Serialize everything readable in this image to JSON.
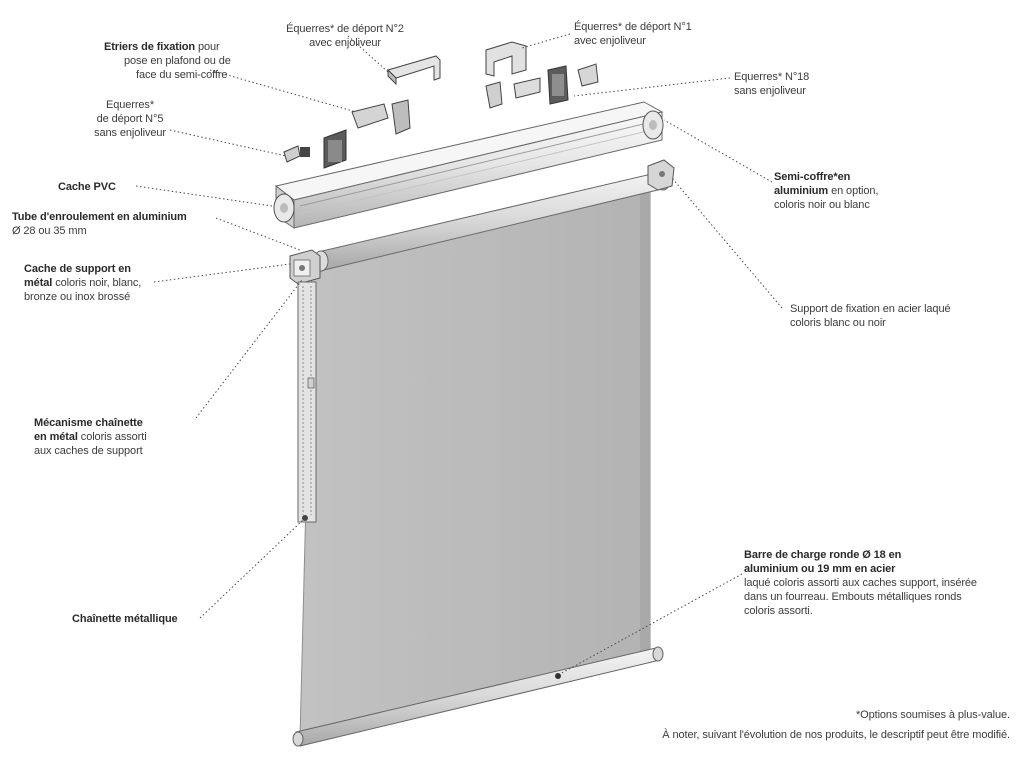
{
  "labels": {
    "etriers": {
      "bold": "Etriers de fixation",
      "rest1": " pour",
      "rest2": "pose en plafond ou de",
      "rest3": "face du semi-coffre"
    },
    "equerres5": {
      "line1": "Equerres*",
      "line2": "de déport N°5",
      "line3": "sans enjoliveur"
    },
    "equerres2": {
      "line1": "Équerres* de déport N°2",
      "line2": "avec enjoliveur"
    },
    "equerres1": {
      "line1": "Équerres* de déport N°1",
      "line2": "avec enjoliveur"
    },
    "equerres18": {
      "line1": "Equerres* N°18",
      "line2": "sans enjoliveur"
    },
    "cache_pvc": {
      "bold": "Cache PVC"
    },
    "tube": {
      "bold": "Tube d'enroulement en aluminium",
      "line2": "Ø 28 ou 35 mm"
    },
    "cache_support": {
      "bold1": "Cache de support en",
      "bold2": "métal",
      "rest2": " coloris noir, blanc,",
      "line3": "bronze ou inox brossé"
    },
    "semi_coffre": {
      "bold1": "Semi-coffre*en",
      "bold2": "aluminium",
      "rest2": " en option,",
      "line3": "coloris noir ou blanc"
    },
    "support_fixation": {
      "line1": "Support de fixation en acier laqué",
      "line2": "coloris blanc ou noir"
    },
    "mecanisme": {
      "bold1": "Mécanisme chaînette",
      "bold2": "en métal",
      "rest2": " coloris assorti",
      "line3": "aux caches de support"
    },
    "chainette": {
      "bold": "Chaînette métallique"
    },
    "barre": {
      "bold1": "Barre de charge ronde Ø 18 en",
      "bold2": "aluminium ou 19 mm en acier",
      "line3": "laqué coloris assorti aux caches support, insérée",
      "line4": "dans un fourreau. Embouts métalliques ronds",
      "line5": "coloris assorti."
    }
  },
  "footnote": {
    "line1": "*Options soumises à plus-value.",
    "line2": "À noter, suivant l'évolution de nos produits, le descriptif peut être modifié."
  },
  "colors": {
    "fabric": "#b9b9b9",
    "fabric_edge": "#9a9a9a",
    "metal": "#e8e8e8",
    "metal_dark": "#7a7a7a",
    "leader": "#444444"
  }
}
